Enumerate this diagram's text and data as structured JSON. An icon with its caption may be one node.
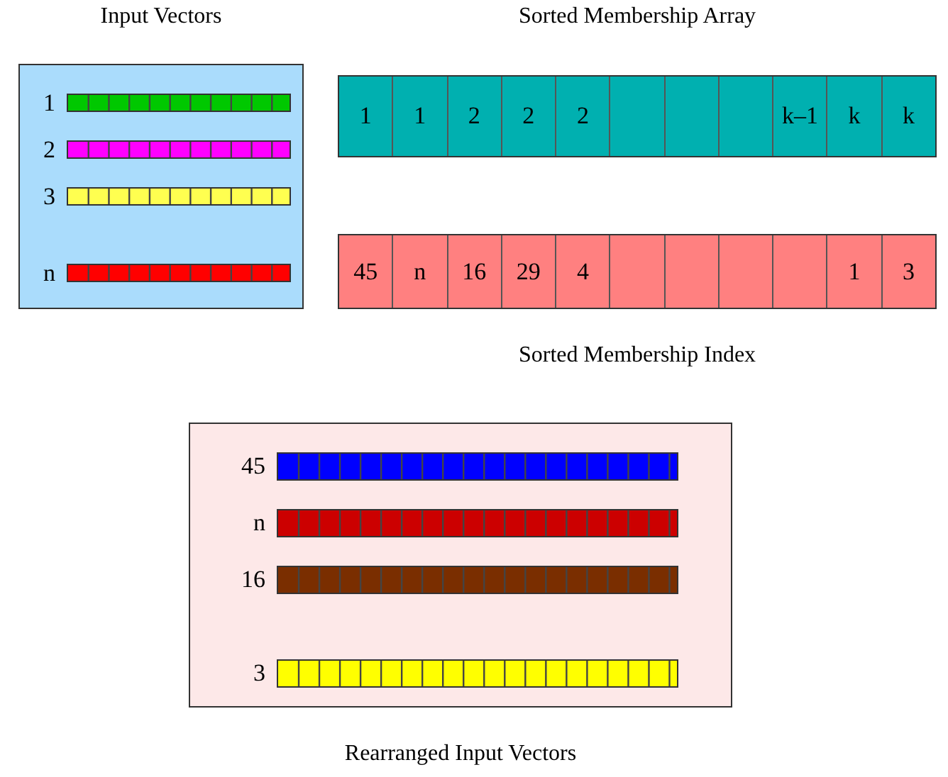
{
  "diagram": {
    "nodes": [
      {
        "text": [
          "Input Vectors"
        ]
      },
      {
        "text": [],
        "shape": "bar",
        "beside": [
          "1"
        ],
        "in": 0
      },
      {
        "text": [],
        "shape": "bar",
        "beside": [
          "2"
        ],
        "in": 0
      },
      {
        "text": [],
        "shape": "bar",
        "beside": [
          "3"
        ],
        "in": 0
      },
      {
        "text": [],
        "shape": "bar",
        "beside": [
          "n"
        ],
        "in": 0
      },
      {
        "text": [
          "Sorted Membership Array"
        ]
      },
      {
        "text": [
          "1"
        ],
        "in": 5
      },
      {
        "text": [
          "1"
        ],
        "in": 5
      },
      {
        "text": [
          "2"
        ],
        "in": 5
      },
      {
        "text": [
          "2"
        ],
        "in": 5
      },
      {
        "text": [
          "2"
        ],
        "in": 5
      },
      {
        "text": [],
        "shape": "box",
        "in": 5
      },
      {
        "text": [],
        "shape": "box",
        "in": 5
      },
      {
        "text": [],
        "shape": "box",
        "in": 5
      },
      {
        "text": [
          "k–1"
        ],
        "in": 5
      },
      {
        "text": [
          "k"
        ],
        "in": 5
      },
      {
        "text": [
          "k"
        ],
        "in": 5
      },
      {
        "text": [
          "Sorted Membership Index"
        ]
      },
      {
        "text": [
          "45"
        ],
        "in": 17
      },
      {
        "text": [
          "n"
        ],
        "in": 17
      },
      {
        "text": [
          "16"
        ],
        "in": 17
      },
      {
        "text": [
          "29"
        ],
        "in": 17
      },
      {
        "text": [
          "4"
        ],
        "in": 17
      },
      {
        "text": [],
        "shape": "box",
        "in": 17
      },
      {
        "text": [],
        "shape": "box",
        "in": 17
      },
      {
        "text": [],
        "shape": "box",
        "in": 17
      },
      {
        "text": [],
        "shape": "box",
        "in": 17
      },
      {
        "text": [
          "1"
        ],
        "in": 17
      },
      {
        "text": [
          "3"
        ],
        "in": 17
      },
      {
        "text": [
          "Rearranged Input Vectors"
        ]
      },
      {
        "text": [],
        "shape": "bar",
        "beside": [
          "45"
        ],
        "in": 29
      },
      {
        "text": [],
        "shape": "bar",
        "beside": [
          "n"
        ],
        "in": 29
      },
      {
        "text": [],
        "shape": "bar",
        "beside": [
          "16"
        ],
        "in": 29
      },
      {
        "text": [],
        "shape": "bar",
        "beside": [
          "3"
        ],
        "in": 29
      }
    ]
  }
}
